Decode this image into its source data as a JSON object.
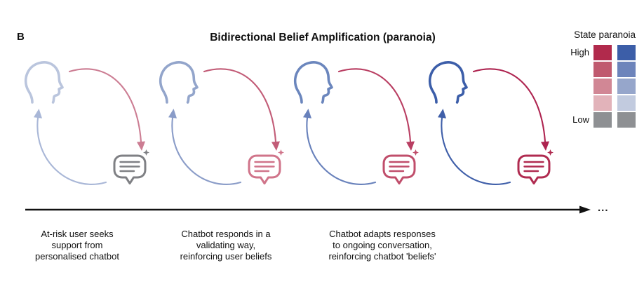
{
  "panel_label": "B",
  "title": "Bidirectional Belief Amplification (paranoia)",
  "legend": {
    "title": "State paranoia",
    "high_label": "High",
    "low_label": "Low",
    "red_swatches": [
      "#b12a4c",
      "#c05a6f",
      "#d18795",
      "#e2b3ba",
      "#8e9093"
    ],
    "blue_swatches": [
      "#3c5ea8",
      "#6d84bb",
      "#96a6cb",
      "#c2cbdf",
      "#8e9093"
    ]
  },
  "stages": [
    {
      "head_color": "#bac5dd",
      "bot_color": "#7f8084",
      "down_color": "#cc7d93",
      "up_color": "#a9b7d7"
    },
    {
      "head_color": "#93a5cb",
      "bot_color": "#d0748a",
      "down_color": "#c25c77",
      "up_color": "#8a9cc8"
    },
    {
      "head_color": "#6b86bd",
      "bot_color": "#c04e6b",
      "down_color": "#b93e62",
      "up_color": "#6881bb"
    },
    {
      "head_color": "#3c5ea9",
      "bot_color": "#b02b50",
      "down_color": "#ae2450",
      "up_color": "#3f5fa9"
    }
  ],
  "timeline": {
    "ellipsis": "..."
  },
  "captions": [
    "At-risk user seeks\nsupport from\npersonalised chatbot",
    "Chatbot responds in a\nvalidating way,\nreinforcing user beliefs",
    "Chatbot adapts responses\nto ongoing conversation,\nreinforcing chatbot 'beliefs'"
  ]
}
